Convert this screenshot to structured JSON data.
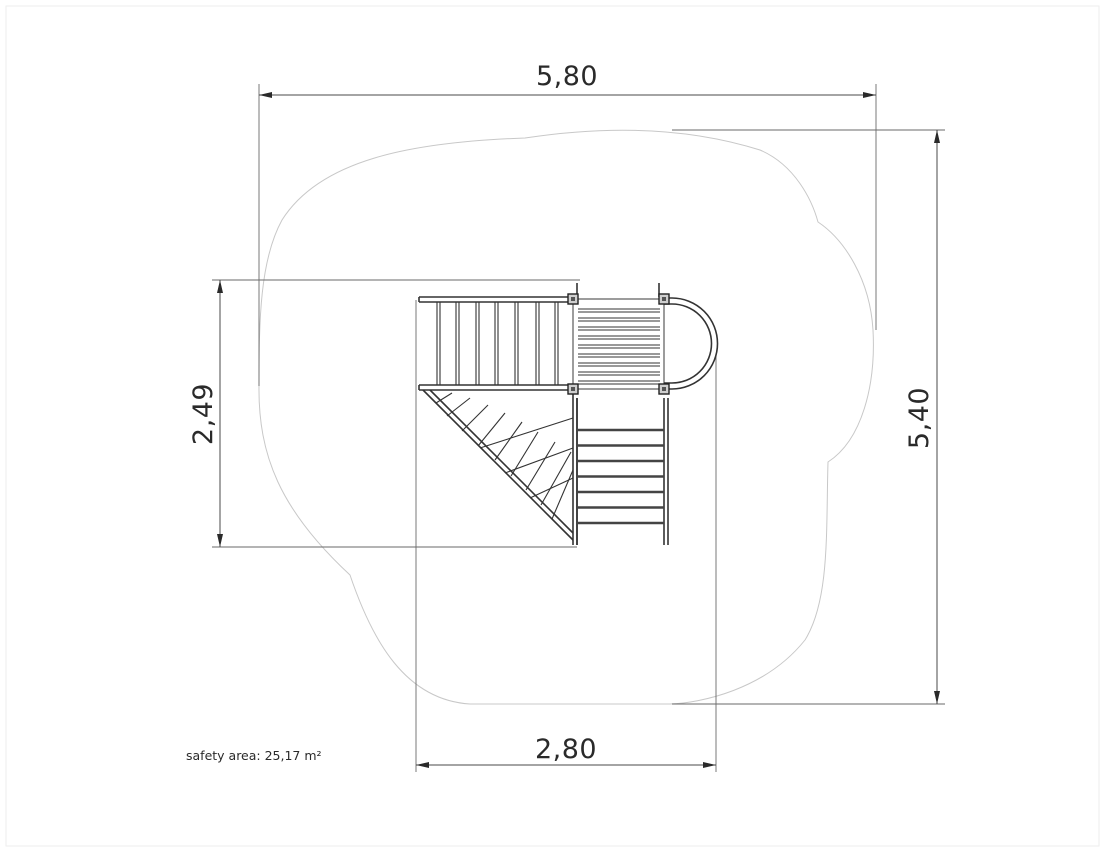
{
  "dimensions": {
    "total_width": "5,80",
    "total_depth": "5,40",
    "structure_depth": "2,49",
    "structure_width": "2,80"
  },
  "note": {
    "safety_area": "safety area: 25,17 m²"
  }
}
